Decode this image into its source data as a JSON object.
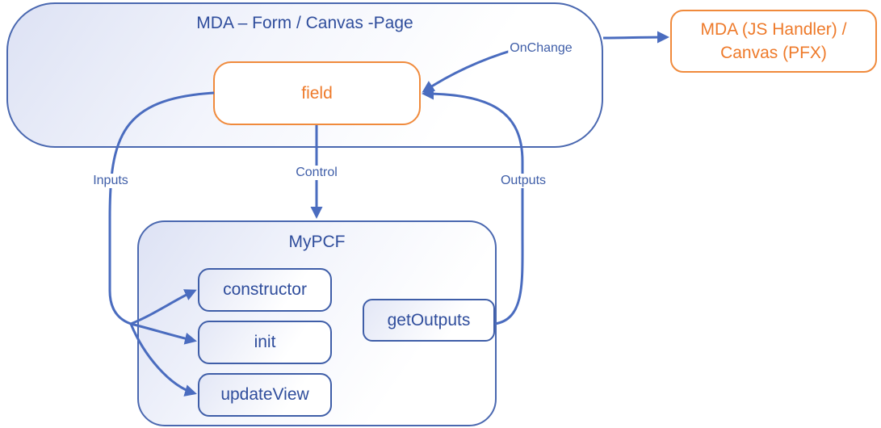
{
  "containers": {
    "page": {
      "title": "MDA – Form / Canvas -Page"
    },
    "pcf": {
      "title": "MyPCF"
    }
  },
  "nodes": {
    "field": "field",
    "external": {
      "line1": "MDA (JS Handler) /",
      "line2": "Canvas (PFX)"
    },
    "constructor": "constructor",
    "init": "init",
    "update_view": "updateView",
    "get_outputs": "getOutputs"
  },
  "edges": {
    "on_change": "OnChange",
    "control": "Control",
    "inputs": "Inputs",
    "outputs": "Outputs"
  },
  "colors": {
    "blue": "#3f5ea8",
    "orange": "#f08a3c"
  }
}
